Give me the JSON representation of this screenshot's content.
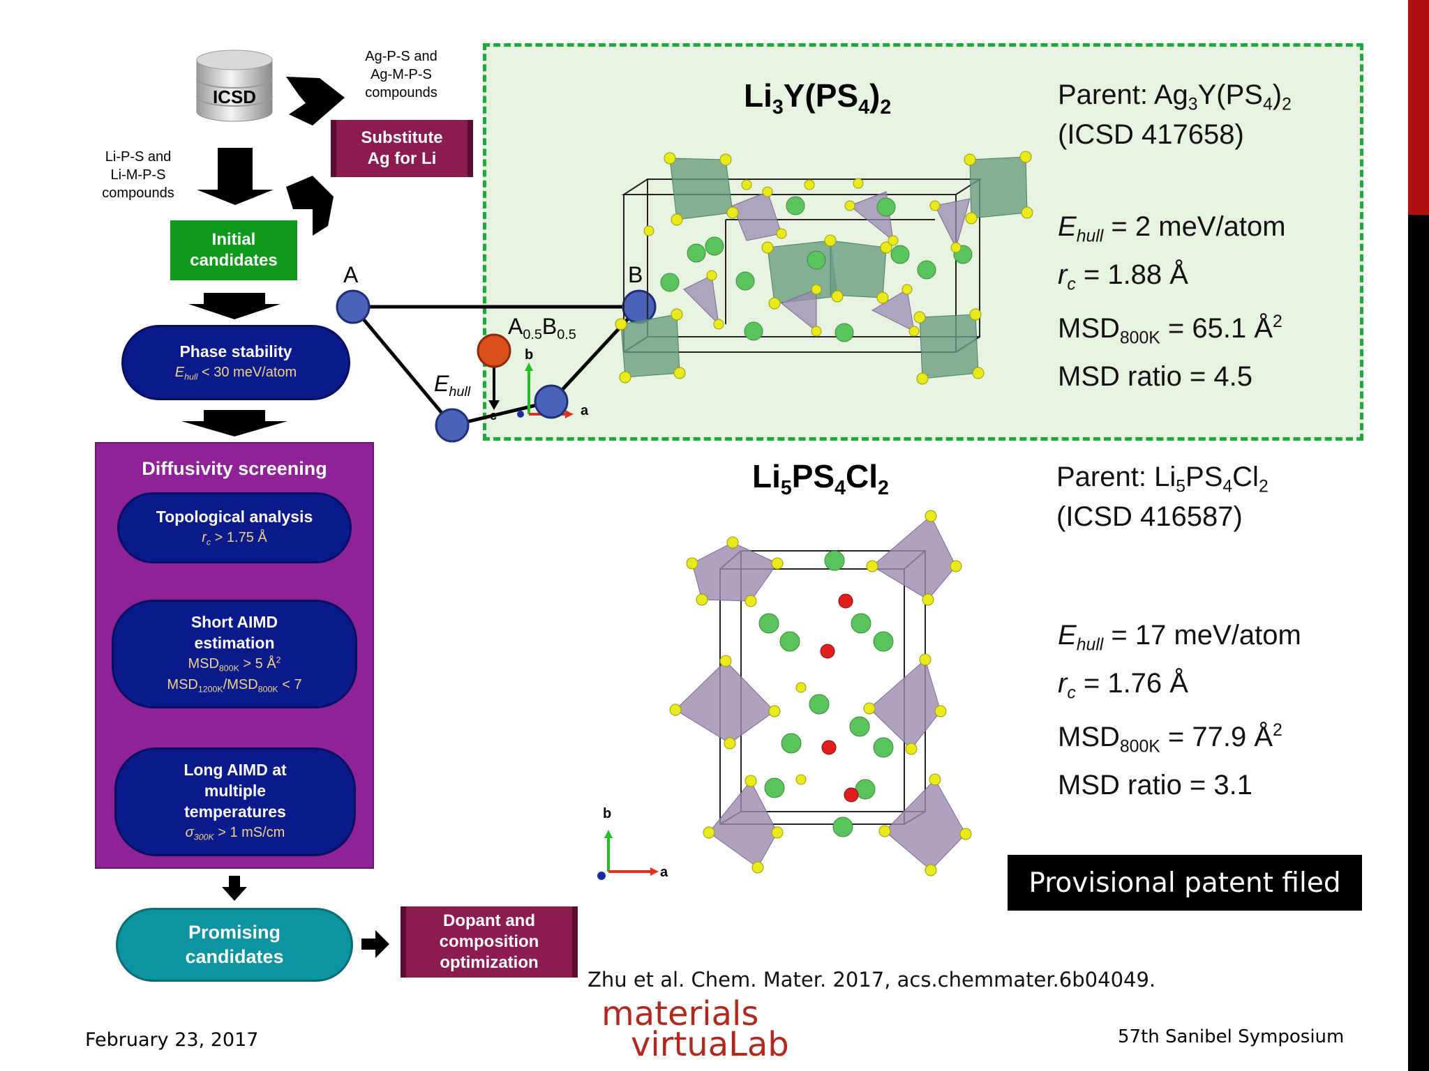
{
  "slide": {
    "flow": {
      "icsd_label": "ICSD",
      "ag_compounds": [
        "Ag-P-S and",
        "Ag-M-P-S",
        "compounds"
      ],
      "li_compounds": [
        "Li-P-S and",
        "Li-M-P-S",
        "compounds"
      ],
      "substitute": [
        "Substitute",
        "Ag for Li"
      ],
      "initial": [
        "Initial",
        "candidates"
      ],
      "phase_title": "Phase stability",
      "phase_crit_var": "E",
      "phase_crit_sub": "hull",
      "phase_crit_rest": " < 30 meV/atom",
      "diff_title": "Diffusivity screening",
      "topo_title": "Topological analysis",
      "topo_crit_var": "r",
      "topo_crit_sub": "c",
      "topo_crit_rest": " > 1.75 Å",
      "short_title": [
        "Short AIMD",
        "estimation"
      ],
      "short_crit1": "MSD",
      "short_crit1_sub": "800K",
      "short_crit1_rest": " > 5 Å",
      "short_crit1_sup": "2",
      "short_crit2a": "MSD",
      "short_crit2a_sub": "1200K",
      "short_crit2b": "/MSD",
      "short_crit2b_sub": "800K",
      "short_crit2_rest": " < 7",
      "long_title": [
        "Long AIMD at",
        "multiple",
        "temperatures"
      ],
      "long_crit_var": "σ",
      "long_crit_sub": "300K",
      "long_crit_rest": " > 1 mS/cm",
      "promising": [
        "Promising",
        "candidates"
      ],
      "dopant": [
        "Dopant and",
        "composition",
        "optimization"
      ]
    },
    "hull_diagram": {
      "label_A": "A",
      "label_B": "B",
      "mid_A": "A",
      "mid_A_sub": "0.5",
      "mid_B": "B",
      "mid_B_sub": "0.5",
      "ehull_var": "E",
      "ehull_sub": "hull",
      "axis_b": "b",
      "axis_a": "a",
      "axis_c": "c"
    },
    "compound1": {
      "formula": [
        "Li",
        "3",
        "Y(PS",
        "4",
        ")",
        "2"
      ],
      "parent_prefix": "Parent: Ag",
      "parent_sub1": "3",
      "parent_mid": "Y(PS",
      "parent_sub2": "4",
      "parent_end": ")",
      "parent_sub3": "2",
      "icsd": "(ICSD 417658)",
      "ehull_value": " = 2 meV/atom",
      "rc_value": " = 1.88 Å",
      "msd_value": " = 65.1 Å",
      "msd_ratio": "MSD ratio = 4.5"
    },
    "compound2": {
      "formula": [
        "Li",
        "5",
        "PS",
        "4",
        "Cl",
        "2"
      ],
      "parent_prefix": "Parent: Li",
      "parent_sub1": "5",
      "parent_mid": "PS",
      "parent_sub2": "4",
      "parent_end": "Cl",
      "parent_sub3": "2",
      "icsd": "(ICSD 416587)",
      "ehull_value": " = 17 meV/atom",
      "rc_value": " = 1.76 Å",
      "msd_value": " = 77.9 Å",
      "msd_ratio": "MSD ratio = 3.1"
    },
    "common": {
      "e_var": "E",
      "hull_sub": "hull",
      "r_var": "r",
      "c_sub": "c",
      "msd": "MSD",
      "msd_sub": "800K",
      "sup2": "2"
    },
    "patent": "Provisional patent filed",
    "citation": "Zhu et al. Chem. Mater. 2017, acs.chemmater.6b04049.",
    "logo": [
      "materials",
      "virtuaLab"
    ],
    "footer_date": "February 23, 2017",
    "footer_event": "57th Sanibel Symposium",
    "colors": {
      "green": "#0f9a1c",
      "navy": "#0b1a8a",
      "purple": "#8e2296",
      "maroon": "#8c1b4e",
      "teal": "#0e93a0",
      "dash": "#1aab3a",
      "panel": "#e7f2e1",
      "logo_red": "#b0281e",
      "edge_red": "#b01010"
    }
  }
}
